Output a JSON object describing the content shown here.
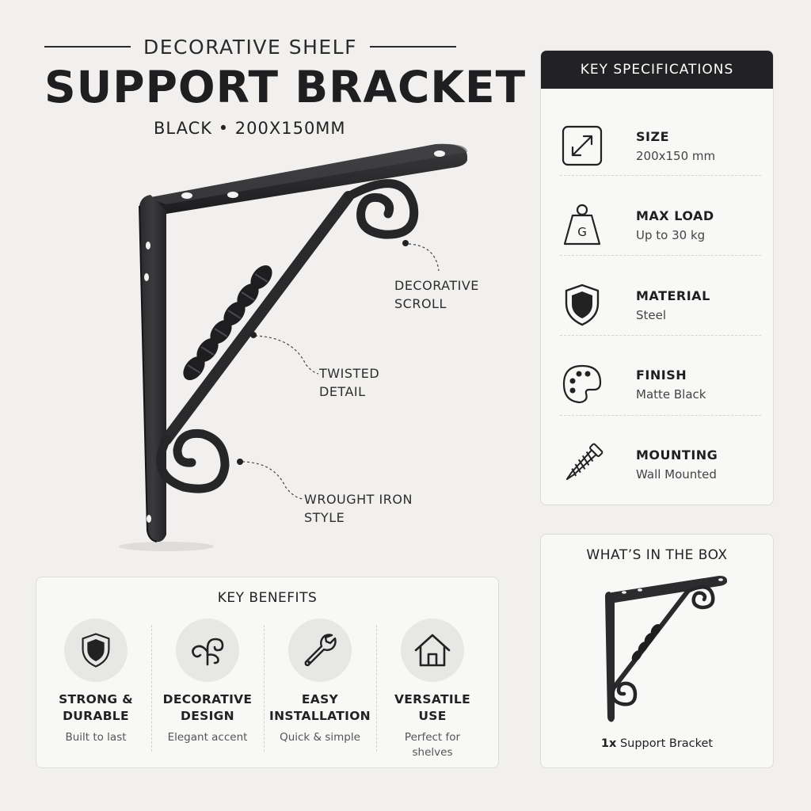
{
  "header": {
    "subtitle": "DECORATIVE SHELF",
    "title": "SUPPORT BRACKET",
    "variant": "BLACK • 200X150MM"
  },
  "callouts": {
    "scroll": [
      "DECORATIVE",
      "SCROLL"
    ],
    "twisted": [
      "TWISTED",
      "DETAIL"
    ],
    "wrought": [
      "WROUGHT IRON",
      "STYLE"
    ]
  },
  "specs": {
    "title": "KEY SPECIFICATIONS",
    "items": [
      {
        "label": "SIZE",
        "value": "200x150 mm",
        "icon": "resize-icon"
      },
      {
        "label": "MAX LOAD",
        "value": "Up to 30 kg",
        "icon": "weight-icon"
      },
      {
        "label": "MATERIAL",
        "value": "Steel",
        "icon": "shield-icon"
      },
      {
        "label": "FINISH",
        "value": "Matte Black",
        "icon": "palette-icon"
      },
      {
        "label": "MOUNTING",
        "value": "Wall Mounted",
        "icon": "screw-icon"
      }
    ]
  },
  "benefits": {
    "title": "KEY BENEFITS",
    "items": [
      {
        "title_l1": "STRONG &",
        "title_l2": "DURABLE",
        "sub_l1": "Built to last",
        "sub_l2": "",
        "icon": "shield-icon"
      },
      {
        "title_l1": "DECORATIVE",
        "title_l2": "DESIGN",
        "sub_l1": "Elegant accent",
        "sub_l2": "",
        "icon": "scroll-icon"
      },
      {
        "title_l1": "EASY",
        "title_l2": "INSTALLATION",
        "sub_l1": "Quick & simple",
        "sub_l2": "",
        "icon": "wrench-icon"
      },
      {
        "title_l1": "VERSATILE",
        "title_l2": "USE",
        "sub_l1": "Perfect for",
        "sub_l2": "shelves",
        "icon": "home-icon"
      }
    ]
  },
  "box": {
    "title": "WHAT’S IN THE BOX",
    "qty": "1x",
    "item": "Support Bracket"
  },
  "colors": {
    "background": "#f1f0ee",
    "ink": "#1f1f21",
    "bracket": "#2a2a2c",
    "card": "#f8f8f7"
  }
}
